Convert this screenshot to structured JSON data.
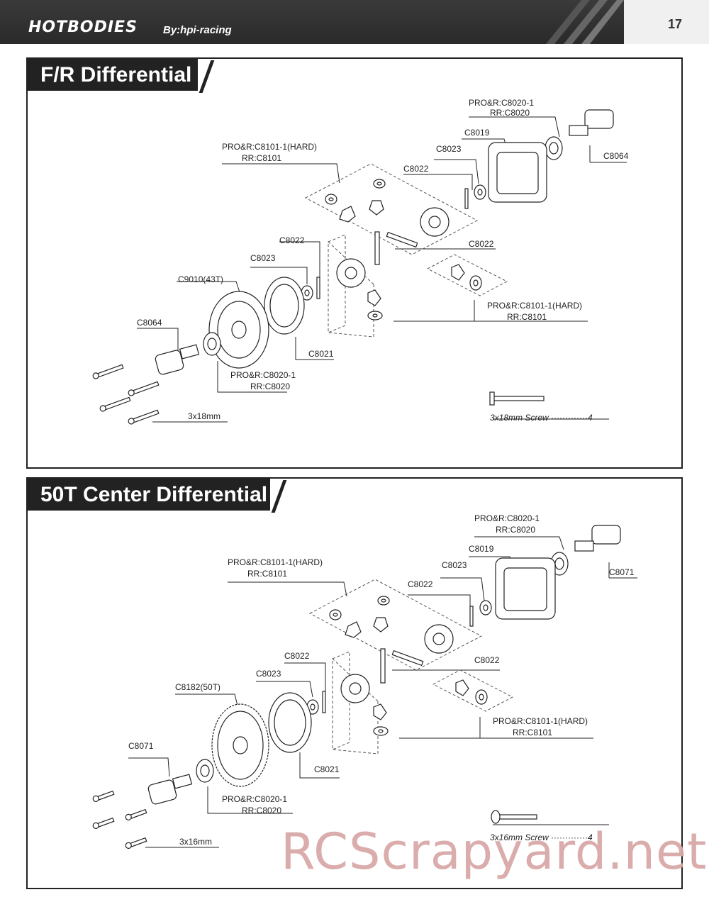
{
  "header": {
    "brand": "HOTBODIES",
    "brand_sub": "By:hpi-racing",
    "page_number": "17"
  },
  "fr_diff": {
    "title": "F/R Differential",
    "labels": {
      "l_c8020_top1": "PRO&R:C8020-1",
      "l_c8020_top2": "RR:C8020",
      "l_c8019": "C8019",
      "l_c8023_top": "C8023",
      "l_c8064_top": "C8064",
      "l_c8101_top1": "PRO&R:C8101-1(HARD)",
      "l_c8101_top2": "RR:C8101",
      "l_c8022_top": "C8022",
      "l_c8022_mid": "C8022",
      "l_c8022_right": "C8022",
      "l_c8023_mid": "C8023",
      "l_gear": "C9010(43T)",
      "l_c8064_left": "C8064",
      "l_c8101_bot1": "PRO&R:C8101-1(HARD)",
      "l_c8101_bot2": "RR:C8101",
      "l_c8021": "C8021",
      "l_c8020_bot1": "PRO&R:C8020-1",
      "l_c8020_bot2": "RR:C8020",
      "l_screw": "3x18mm",
      "l_screw_legend": "3x18mm Screw ·············4"
    }
  },
  "center_diff": {
    "title": "50T Center Differential",
    "labels": {
      "l_c8020_top1": "PRO&R:C8020-1",
      "l_c8020_top2": "RR:C8020",
      "l_c8019": "C8019",
      "l_c8023_top": "C8023",
      "l_c8071_top": "C8071",
      "l_c8101_top1": "PRO&R:C8101-1(HARD)",
      "l_c8101_top2": "RR:C8101",
      "l_c8022_top": "C8022",
      "l_c8022_mid": "C8022",
      "l_c8022_right": "C8022",
      "l_c8023_mid": "C8023",
      "l_gear": "C8182(50T)",
      "l_c8071_left": "C8071",
      "l_c8101_bot1": "PRO&R:C8101-1(HARD)",
      "l_c8101_bot2": "RR:C8101",
      "l_c8021": "C8021",
      "l_c8020_bot1": "PRO&R:C8020-1",
      "l_c8020_bot2": "RR:C8020",
      "l_screw": "3x16mm",
      "l_screw_legend": "3x16mm Screw ·············4"
    }
  },
  "watermark": "RCScrapyard.net"
}
